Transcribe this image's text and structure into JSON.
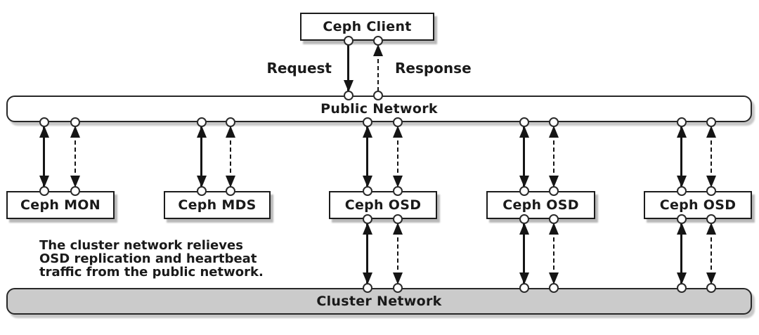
{
  "client": {
    "label": "Ceph Client"
  },
  "flow_labels": {
    "request": "Request",
    "response": "Response"
  },
  "public_network": {
    "label": "Public Network"
  },
  "cluster_network": {
    "label": "Cluster Network"
  },
  "nodes": [
    {
      "label": "Ceph MON"
    },
    {
      "label": "Ceph MDS"
    },
    {
      "label": "Ceph OSD"
    },
    {
      "label": "Ceph OSD"
    },
    {
      "label": "Ceph OSD"
    }
  ],
  "caption": {
    "lines": [
      "The cluster network relieves",
      "OSD replication and heartbeat",
      "traffic from the public network."
    ]
  },
  "colors": {
    "background": "#ffffff",
    "public_bar_fill": "#ffffff",
    "cluster_bar_fill": "#cbcbcb",
    "box_border": "#1c1c1c",
    "arrow": "#151515"
  }
}
